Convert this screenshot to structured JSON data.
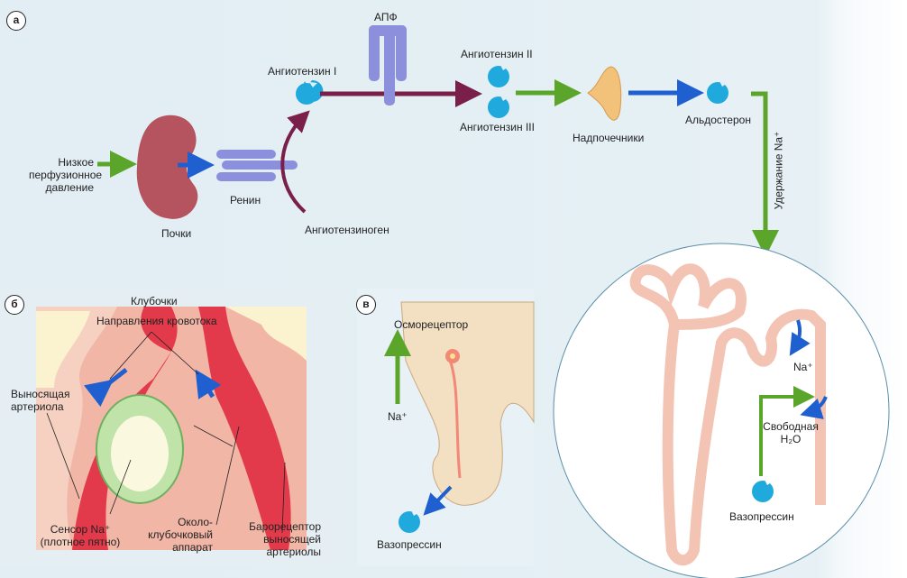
{
  "panels": {
    "a": {
      "badge": "а",
      "labels": {
        "low_perfusion": [
          "Низкое",
          "перфузионное",
          "давление"
        ],
        "kidneys": "Почки",
        "renin": "Ренин",
        "angiotensinogen": "Ангиотензиноген",
        "angiotensin_1": "Ангиотензин I",
        "ace": "АПФ",
        "angiotensin_2": "Ангиотензин II",
        "angiotensin_3": "Ангиотензин III",
        "adrenals": "Надпочечники",
        "aldosterone": "Альдостерон",
        "na_retention": "Удержание Na⁺"
      }
    },
    "b": {
      "badge": "б",
      "labels": {
        "glomeruli": "Клубочки",
        "flow_direction": "Направления кровотока",
        "efferent_arteriole": [
          "Выносящая",
          "артериола"
        ],
        "na_sensor": [
          "Сенсор Na⁺",
          "(плотное пятно)"
        ],
        "juxtaglomerular": [
          "Около-",
          "клубочковый",
          "аппарат"
        ],
        "baroreceptor": [
          "Барорецептор",
          "выносящей",
          "артериолы"
        ]
      }
    },
    "v": {
      "badge": "в",
      "labels": {
        "osmoreceptor": "Осморецептор",
        "na": "Na⁺",
        "vasopressin": "Вазопрессин"
      }
    },
    "nephron": {
      "labels": {
        "na": "Na⁺",
        "free_water": [
          "Свободная",
          "H₂O"
        ],
        "vasopressin": "Вазопрессин"
      }
    }
  },
  "colors": {
    "green_arrow": "#5aa52a",
    "blue_arrow": "#1f5fd0",
    "purple_arrow": "#7a1f4a",
    "hormone": "#1fa9dc",
    "enzyme": "#8c8fdc",
    "kidney": "#b5545f",
    "adrenal": "#f2c27a",
    "tubule": "#f3c4b4",
    "blood": "#e23a4a"
  }
}
